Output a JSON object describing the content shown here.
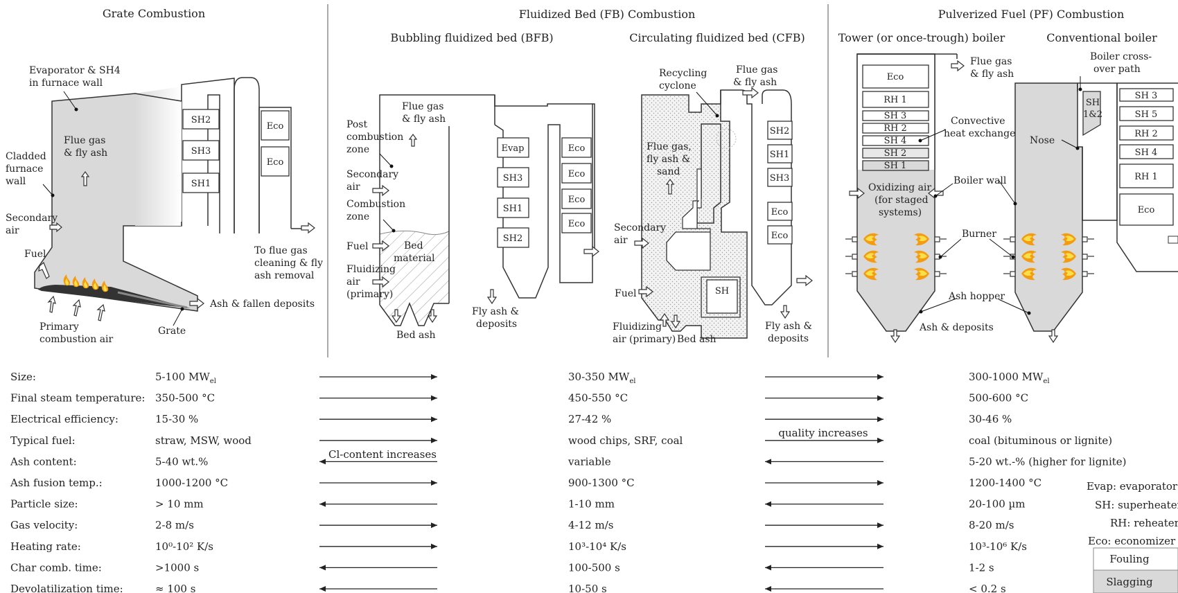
{
  "sections": {
    "grate": "Grate Combustion",
    "fb": "Fluidized Bed (FB) Combustion",
    "pf": "Pulverized Fuel (PF) Combustion",
    "bfb": "Bubbling fluidized bed (BFB)",
    "cfb": "Circulating fluidized bed (CFB)",
    "tower": "Tower (or once-trough) boiler",
    "conventional": "Conventional boiler"
  },
  "grate_labels": {
    "evap_sh4_1": "Evaporator & SH4",
    "evap_sh4_2": "in furnace wall",
    "clad_1": "Cladded",
    "clad_2": "furnace",
    "clad_3": "wall",
    "sec_air_1": "Secondary",
    "sec_air_2": "air",
    "flue_1": "Flue gas",
    "flue_2": "& fly ash",
    "fuel": "Fuel",
    "primary_1": "Primary",
    "primary_2": "combustion air",
    "grate": "Grate",
    "ash": "Ash & fallen deposits",
    "to_flue_1": "To flue gas",
    "to_flue_2": "cleaning & fly",
    "to_flue_3": "ash removal",
    "sh2": "SH2",
    "sh3": "SH3",
    "sh1": "SH1",
    "eco": "Eco"
  },
  "bfb_labels": {
    "flue_1": "Flue gas",
    "flue_2": "& fly ash",
    "post_1": "Post",
    "post_2": "combustion",
    "post_3": "zone",
    "sec_1": "Secondary",
    "sec_2": "air",
    "comb_1": "Combustion",
    "comb_2": "zone",
    "fuel": "Fuel",
    "bed_1": "Bed",
    "bed_2": "material",
    "fluid_1": "Fluidizing",
    "fluid_2": "air",
    "fluid_3": "(primary)",
    "bed_ash": "Bed ash",
    "flyash_1": "Fly ash &",
    "flyash_2": "deposits",
    "evap": "Evap",
    "sh3": "SH3",
    "sh1": "SH1",
    "sh2": "SH2",
    "eco": "Eco"
  },
  "cfb_labels": {
    "recycling_1": "Recycling",
    "recycling_2": "cyclone",
    "flue_1": "Flue gas",
    "flue_2": "& fly ash",
    "fg_1": "Flue gas,",
    "fg_2": "fly ash &",
    "fg_3": "sand",
    "sec_1": "Secondary",
    "sec_2": "air",
    "fuel": "Fuel",
    "fluid_1": "Fluidizing",
    "fluid_2": "air (primary)",
    "bed_ash": "Bed ash",
    "flyash_1": "Fly ash &",
    "flyash_2": "deposits",
    "sh": "SH",
    "sh2": "SH2",
    "sh1": "SH1",
    "sh3": "SH3",
    "eco": "Eco"
  },
  "pf_labels": {
    "flue_1": "Flue gas",
    "flue_2": "& fly ash",
    "conv_1": "Convective",
    "conv_2": "heat exchanger",
    "oxid_1": "Oxidizing air",
    "oxid_2": "(for staged",
    "oxid_3": "systems)",
    "boiler_wall": "Boiler wall",
    "burner": "Burner",
    "ash_hopper": "Ash hopper",
    "ash_deposits": "Ash & deposits",
    "crossover_1": "Boiler cross-",
    "crossover_2": "over path",
    "nose": "Nose",
    "eco": "Eco",
    "rh1": "RH 1",
    "sh3": "SH 3",
    "rh2": "RH 2",
    "sh4": "SH 4",
    "sh2": "SH 2",
    "sh1": "SH 1",
    "sh12_1": "SH",
    "sh12_2": "1&2",
    "sh5": "SH 5"
  },
  "table": {
    "rows": [
      {
        "label": "Size:",
        "grate": "5-100 MW",
        "fb": "30-350 MW",
        "pf": "300-1000 MW",
        "sub": "el",
        "a1": "right",
        "a2": "right"
      },
      {
        "label": "Final steam temperature:",
        "grate": "350-500 °C",
        "fb": "450-550 °C",
        "pf": "500-600 °C",
        "a1": "right",
        "a2": "right"
      },
      {
        "label": "Electrical efficiency:",
        "grate": "15-30 %",
        "fb": "27-42 %",
        "pf": "30-46 %",
        "a1": "right",
        "a2": "right"
      },
      {
        "label": "Typical fuel:",
        "grate": "straw, MSW, wood",
        "fb": "wood chips, SRF, coal",
        "pf": "coal (bituminous or lignite)",
        "a1": "right",
        "a2": "right"
      },
      {
        "label": "Ash content:",
        "grate": "5-40 wt.%",
        "fb": "variable",
        "pf": "5-20 wt.-% (higher for lignite)",
        "a1": "left",
        "a2": "left"
      },
      {
        "label": "Ash fusion temp.:",
        "grate": "1000-1200 °C",
        "fb": "900-1300 °C",
        "pf": "1200-1400 °C",
        "a1": "right",
        "a2": "right"
      },
      {
        "label": "Particle size:",
        "grate": "> 10 mm",
        "fb": "1-10 mm",
        "pf": "20-100 µm",
        "a1": "left",
        "a2": "left"
      },
      {
        "label": "Gas velocity:",
        "grate": "2-8 m/s",
        "fb": "4-12 m/s",
        "pf": "8-20 m/s",
        "a1": "right",
        "a2": "right"
      },
      {
        "label": "Heating rate:",
        "grate": "10⁰-10² K/s",
        "fb": "10³-10⁴ K/s",
        "pf": "10³-10⁶ K/s",
        "a1": "right",
        "a2": "right"
      },
      {
        "label": "Char comb. time:",
        "grate": ">1000 s",
        "fb": "100-500 s",
        "pf": "1-2 s",
        "a1": "left",
        "a2": "left"
      },
      {
        "label": "Devolatilization time:",
        "grate": "≈ 100 s",
        "fb": "10-50 s",
        "pf": "< 0.2 s",
        "a1": "left",
        "a2": "left"
      }
    ],
    "cl_increases": "Cl-content increases",
    "quality_increases": "quality increases"
  },
  "legend": {
    "evap": "Evap: evaporator",
    "sh": "SH: superheater",
    "rh": "RH: reheater",
    "eco": "Eco: economizer",
    "fouling": "Fouling",
    "slagging": "Slagging",
    "fouling_color": "#ffffff",
    "slagging_color": "#d9d9d9"
  },
  "colors": {
    "slag": "#d9d9d9",
    "line": "#333333",
    "flame_outer": "#f39c12",
    "flame_inner": "#f9e04a"
  }
}
